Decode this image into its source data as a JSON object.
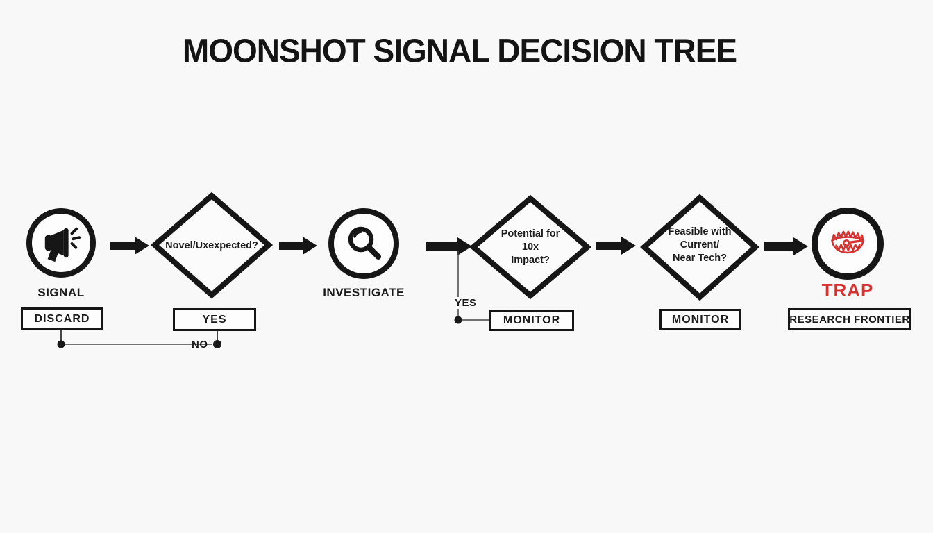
{
  "title": "MOONSHOT SIGNAL DECISION TREE",
  "colors": {
    "background": "#f8f8f8",
    "ink": "#161616",
    "accent_red": "#d43331"
  },
  "nodes": {
    "signal": {
      "label": "SIGNAL",
      "icon": "megaphone-icon"
    },
    "novelty_decision": {
      "question": "Novel/Uxexpected?"
    },
    "investigate": {
      "label": "INVESTIGATE",
      "icon": "magnifier-icon"
    },
    "impact_decision": {
      "question_lines": [
        "Potential for",
        "10x",
        "Impact?"
      ]
    },
    "feasibility_decision": {
      "question_lines": [
        "Feasible with",
        "Current/",
        "Near Tech?"
      ]
    },
    "trap": {
      "label": "TRAP",
      "icon": "trap-icon"
    }
  },
  "outcomes": {
    "discard": "DISCARD",
    "yes_box": "YES",
    "monitor_1": "MONITOR",
    "monitor_2": "MONITOR",
    "research_frontier": "RESEARCH FRONTIER"
  },
  "edge_labels": {
    "yes": "YES",
    "no": "NO"
  }
}
